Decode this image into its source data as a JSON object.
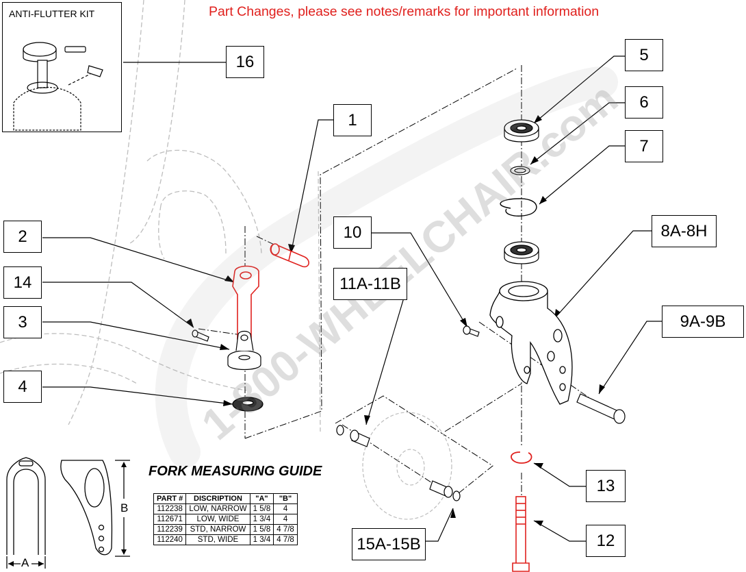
{
  "notice": "Part Changes, please see notes/remarks for important information",
  "kit_title": "ANTI-FLUTTER KIT",
  "watermark": "1-800-WHEELCHAIR.com",
  "callouts": {
    "c16": "16",
    "c1": "1",
    "c2": "2",
    "c14": "14",
    "c3": "3",
    "c4": "4",
    "c5": "5",
    "c6": "6",
    "c7": "7",
    "c8": "8A-8H",
    "c10": "10",
    "c11": "11A-11B",
    "c9": "9A-9B",
    "c13": "13",
    "c12": "12",
    "c15": "15A-15B"
  },
  "guide": {
    "title": "FORK MEASURING GUIDE",
    "dim_a": "A",
    "dim_b": "B",
    "headers": [
      "PART #",
      "DISCRIPTION",
      "\"A\"",
      "\"B\""
    ],
    "rows": [
      [
        "112238",
        "LOW, NARROW",
        "1 5/8",
        "4"
      ],
      [
        "112671",
        "LOW, WIDE",
        "1 3/4",
        "4"
      ],
      [
        "112239",
        "STD, NARROW",
        "1 5/8",
        "4 7/8"
      ],
      [
        "112240",
        "STD, WIDE",
        "1 3/4",
        "4 7/8"
      ]
    ]
  },
  "colors": {
    "highlight": "#e0201d",
    "line": "#000000",
    "ghost": "#c8c8c8"
  }
}
